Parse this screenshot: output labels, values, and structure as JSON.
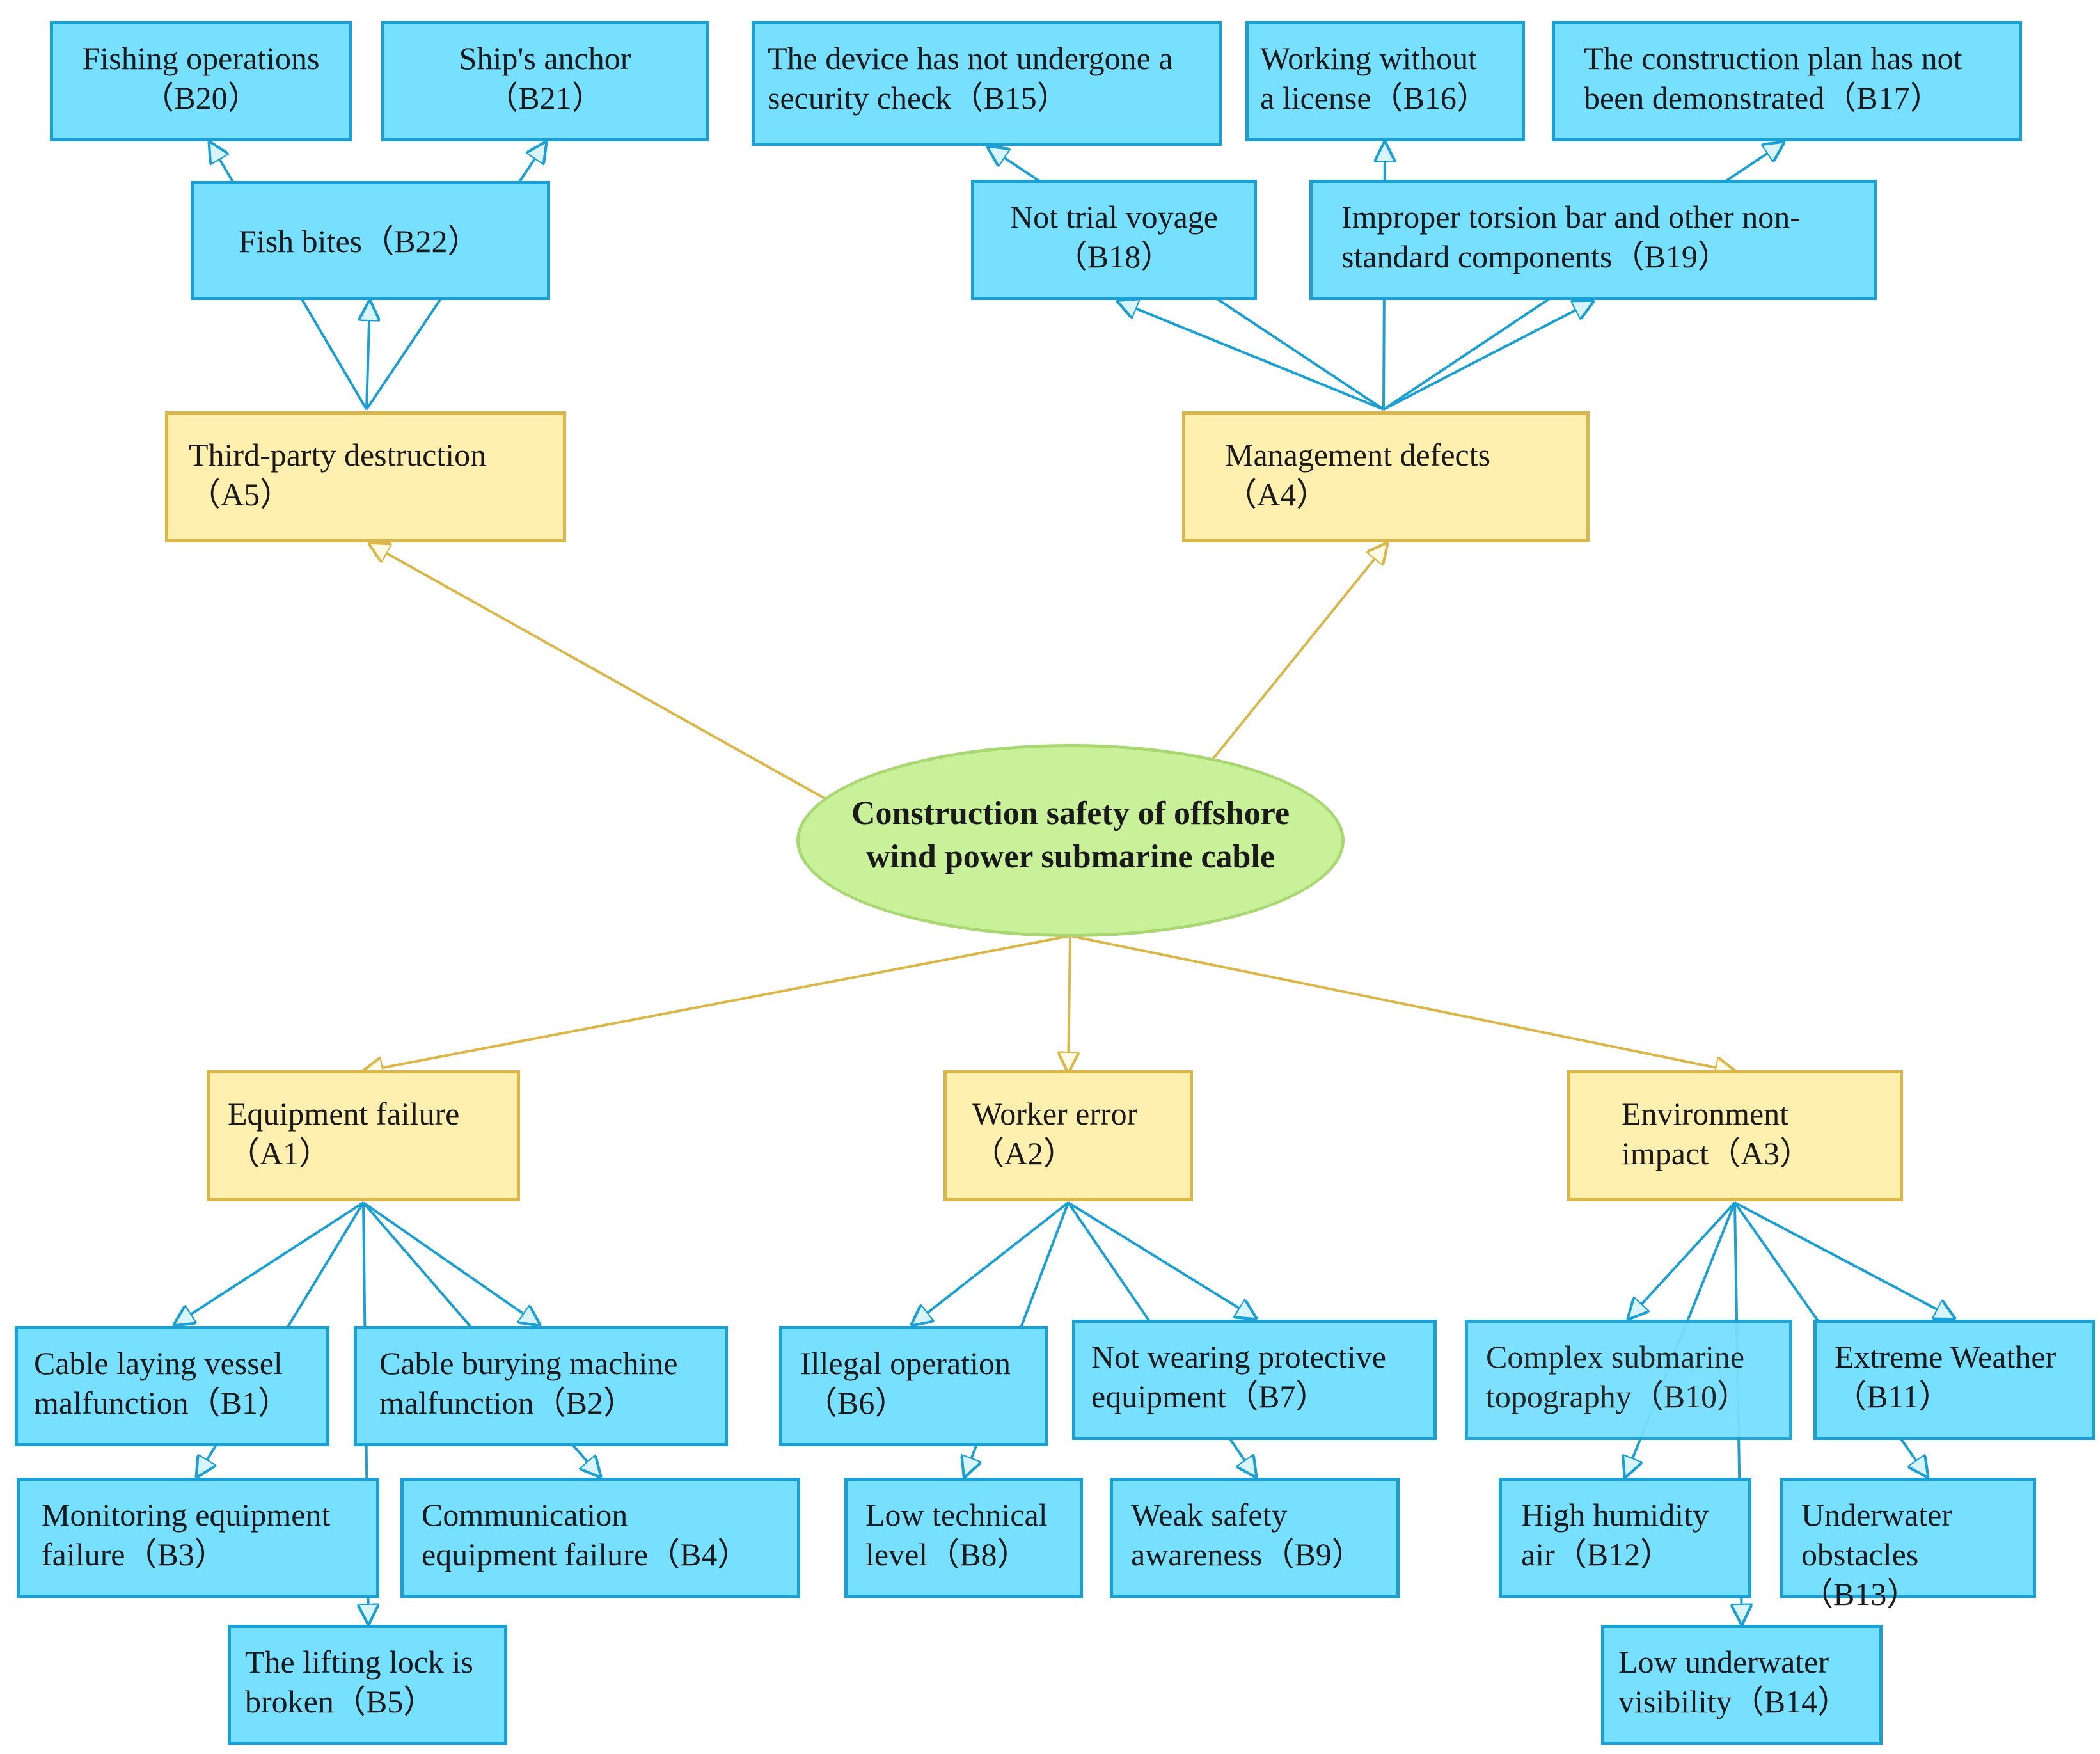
{
  "colors": {
    "blue_fill": "#77dfff",
    "blue_border": "#1aa0d4",
    "yellow_fill": "#fff0b0",
    "yellow_border": "#dbb74a",
    "root_fill": "#c8f19a",
    "root_border": "#a9d873"
  },
  "root": {
    "line1": "Construction safety of offshore",
    "line2": "wind power submarine cable"
  },
  "factors": {
    "a1": {
      "name": "Equipment failure",
      "code": "（A1）"
    },
    "a2": {
      "name": "Worker error",
      "code": "（A2）"
    },
    "a3": {
      "name": "Environment",
      "name2": "impact",
      "code": "（A3）"
    },
    "a4": {
      "name": "Management defects",
      "code": "（A4）"
    },
    "a5": {
      "name": "Third-party destruction",
      "code": "（A5）"
    }
  },
  "risks": {
    "b1": {
      "line1": "Cable laying vessel",
      "line2": "malfunction",
      "code": "（B1）"
    },
    "b2": {
      "line1": "Cable burying machine",
      "line2": "malfunction",
      "code": "（B2）"
    },
    "b3": {
      "line1": "Monitoring equipment",
      "line2": "failure",
      "code": "（B3）"
    },
    "b4": {
      "line1": "Communication",
      "line2": "equipment failure",
      "code": "（B4）"
    },
    "b5": {
      "line1": "The lifting lock is",
      "line2": "broken",
      "code": "（B5）"
    },
    "b6": {
      "line1": "Illegal operation",
      "line2": "",
      "code": "（B6）"
    },
    "b7": {
      "line1": "Not wearing protective",
      "line2": "equipment",
      "code": "（B7）"
    },
    "b8": {
      "line1": "Low technical",
      "line2": "level",
      "code": "（B8）"
    },
    "b9": {
      "line1": "Weak safety",
      "line2": "awareness",
      "code": "（B9）"
    },
    "b10": {
      "line1": "Complex submarine",
      "line2": "topography",
      "code": "（B10）"
    },
    "b11": {
      "line1": "Extreme Weather",
      "line2": "",
      "code": "（B11）"
    },
    "b12": {
      "line1": "High humidity",
      "line2": "air",
      "code": "（B12）"
    },
    "b13": {
      "line1": "Underwater",
      "line2": "obstacles",
      "code": "（B13）"
    },
    "b14": {
      "line1": "Low underwater",
      "line2": "visibility",
      "code": "（B14）"
    },
    "b15": {
      "line1": "The device has not undergone a",
      "line2": "security check",
      "code": "（B15）"
    },
    "b16": {
      "line1": "Working without",
      "line2": "a license",
      "code": "（B16）"
    },
    "b17": {
      "line1": "The construction plan has not",
      "line2": "been demonstrated",
      "code": "（B17）"
    },
    "b18": {
      "line1": "Not trial voyage",
      "line2": "",
      "code": "（B18）"
    },
    "b19": {
      "line1": "Improper torsion bar and other non-",
      "line2": "standard components",
      "code": "（B19）"
    },
    "b20": {
      "line1": "Fishing operations",
      "line2": "",
      "code": "（B20）"
    },
    "b21": {
      "line1": "Ship's anchor",
      "line2": "",
      "code": "（B21）"
    },
    "b22": {
      "line1": "Fish bites",
      "code": "（B22）"
    }
  }
}
